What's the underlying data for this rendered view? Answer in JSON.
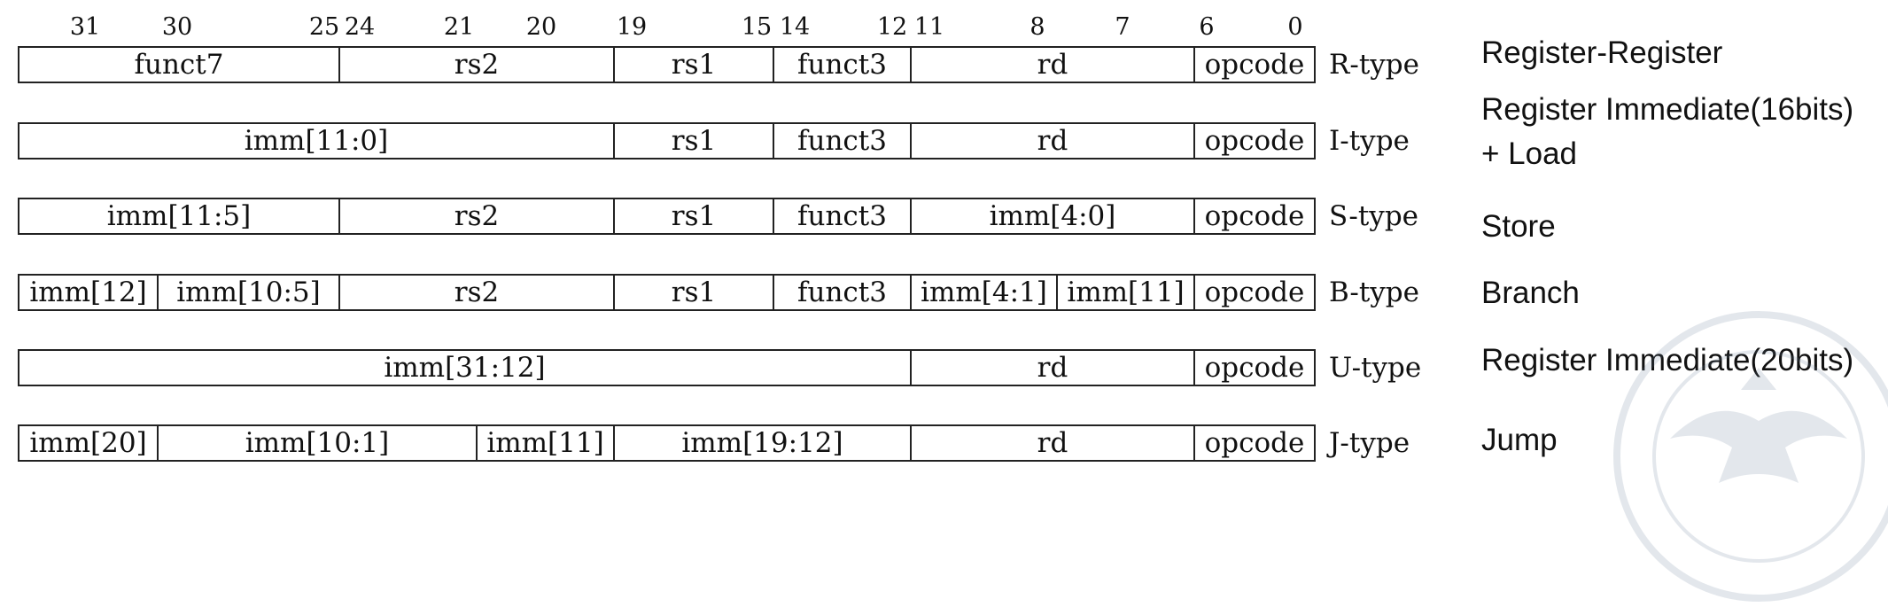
{
  "bit_labels": [
    "31",
    "30",
    "25",
    "24",
    "21",
    "20",
    "19",
    "15",
    "14",
    "12",
    "11",
    "8",
    "7",
    "6",
    "0"
  ],
  "formats": [
    {
      "type": "R-type",
      "description": "Register-Register",
      "fields": [
        "funct7",
        "rs2",
        "rs1",
        "funct3",
        "rd",
        "opcode"
      ]
    },
    {
      "type": "I-type",
      "description_lines": [
        "Register Immediate(16bits)",
        "+ Load"
      ],
      "fields": [
        "imm[11:0]",
        "rs1",
        "funct3",
        "rd",
        "opcode"
      ]
    },
    {
      "type": "S-type",
      "description": "Store",
      "fields": [
        "imm[11:5]",
        "rs2",
        "rs1",
        "funct3",
        "imm[4:0]",
        "opcode"
      ]
    },
    {
      "type": "B-type",
      "description": "Branch",
      "fields": [
        "imm[12]",
        "imm[10:5]",
        "rs2",
        "rs1",
        "funct3",
        "imm[4:1]",
        "imm[11]",
        "opcode"
      ]
    },
    {
      "type": "U-type",
      "description": "Register Immediate(20bits)",
      "fields": [
        "imm[31:12]",
        "rd",
        "opcode"
      ]
    },
    {
      "type": "J-type",
      "description": "Jump",
      "fields": [
        "imm[20]",
        "imm[10:1]",
        "imm[11]",
        "imm[19:12]",
        "rd",
        "opcode"
      ]
    }
  ],
  "watermark": "university-seal-watermark"
}
